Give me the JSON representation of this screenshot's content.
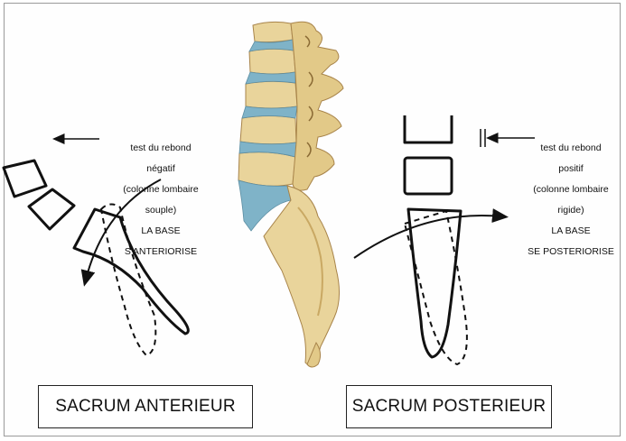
{
  "left_panel": {
    "note_lines": [
      "test du rebond",
      "négatif",
      "(colonne lombaire",
      "souple)",
      "LA BASE",
      "S'ANTERIORISE"
    ],
    "caption": "SACRUM ANTERIEUR"
  },
  "right_panel": {
    "note_lines": [
      "test du rebond",
      "positif",
      "(colonne lombaire",
      "rigide)",
      "LA BASE",
      "SE POSTERIORISE"
    ],
    "caption": "SACRUM POSTERIEUR"
  },
  "colors": {
    "bone": "#e9d49b",
    "bone_shadow": "#c9a863",
    "disc": "#7fb3c8",
    "ink": "#111111"
  },
  "icons": [
    "arrow-left-icon",
    "double-bar-icon",
    "curved-arrow-icon"
  ]
}
